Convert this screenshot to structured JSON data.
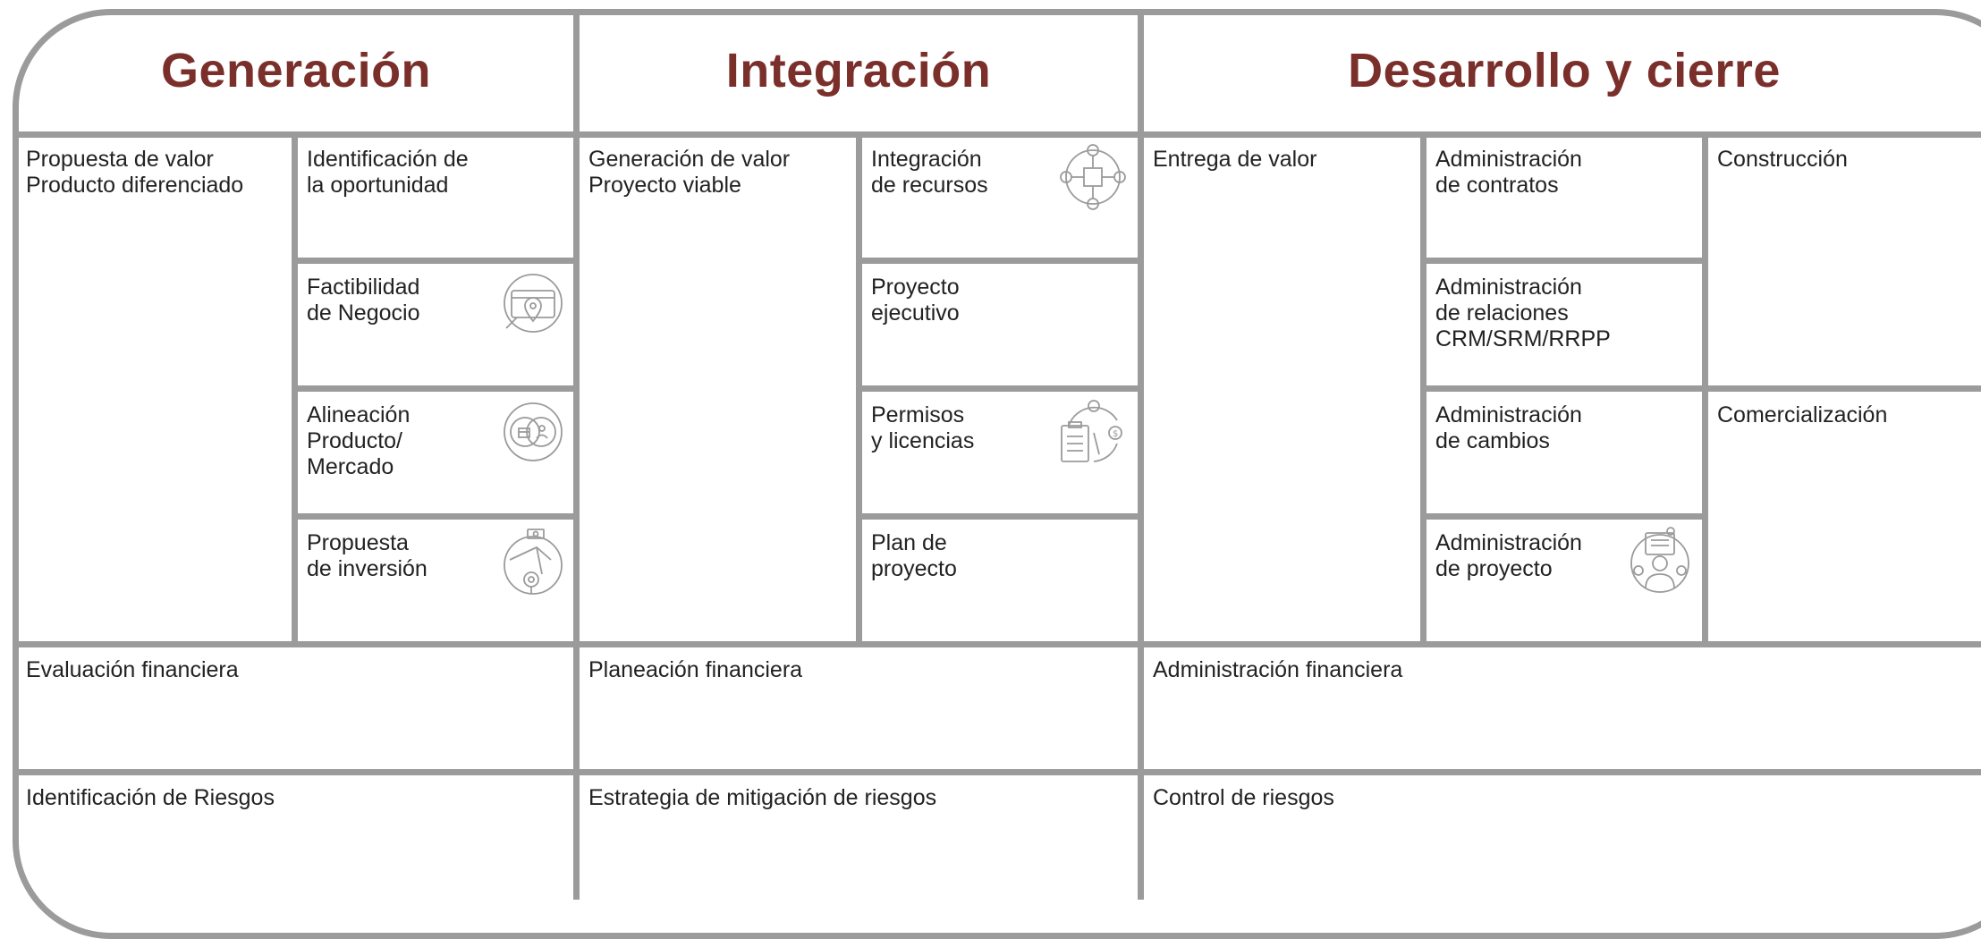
{
  "colors": {
    "header": "#7a2f2b",
    "grid": "#9b9b9b",
    "text": "#222222"
  },
  "headers": {
    "generacion": "Generación",
    "integracion": "Integración",
    "desarrollo": "Desarrollo y cierre"
  },
  "cells": {
    "propuesta_valor": "Propuesta de valor\nProducto diferenciado",
    "identificacion_oportunidad": "Identificación de\nla oportunidad",
    "factibilidad": "Factibilidad\nde Negocio",
    "alineacion": "Alineación\nProducto/\nMercado",
    "propuesta_inversion": "Propuesta\nde inversión",
    "generacion_valor": "Generación de valor\nProyecto viable",
    "integracion_recursos": "Integración\nde recursos",
    "proyecto_ejecutivo": "Proyecto\nejecutivo",
    "permisos": "Permisos\ny licencias",
    "plan_proyecto": "Plan de\nproyecto",
    "entrega_valor": "Entrega de valor",
    "adm_contratos": "Administración\nde contratos",
    "adm_relaciones": "Administración\nde relaciones\nCRM/SRM/RRPP",
    "adm_cambios": "Administración\nde cambios",
    "adm_proyecto": "Administración\nde proyecto",
    "construccion": "Construcción",
    "comercializacion": "Comercialización",
    "evaluacion_financiera": "Evaluación financiera",
    "planeacion_financiera": "Planeación financiera",
    "administracion_financiera": "Administración financiera",
    "identificacion_riesgos": "Identificación de Riesgos",
    "estrategia_mitigacion": "Estrategia de mitigación de riesgos",
    "control_riesgos": "Control de riesgos"
  },
  "icons": {
    "factibilidad": "map-location-icon",
    "alineacion": "product-market-fit-icon",
    "propuesta_inversion": "investment-target-icon",
    "integracion_recursos": "teamwork-puzzle-icon",
    "permisos": "permits-checklist-icon",
    "adm_proyecto": "project-manager-icon"
  }
}
